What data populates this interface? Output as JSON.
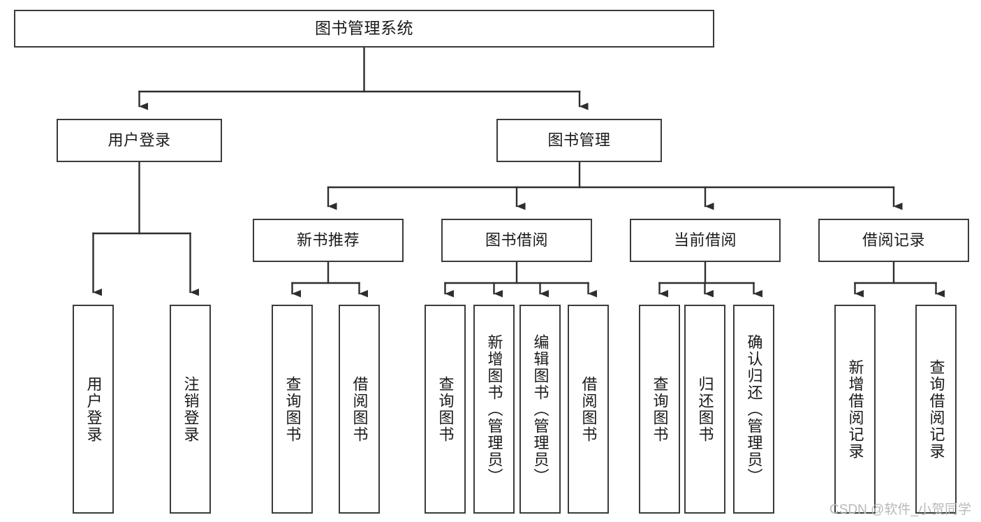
{
  "diagram": {
    "title": "图书管理系统",
    "type": "tree",
    "stroke_color": "#3b3b3b",
    "fill_color": "#ffffff",
    "text_color": "#1a1a1a",
    "watermark": "CSDN @软件_小贺同学",
    "watermark_color": "#b9b9b9"
  },
  "nodes": {
    "root": {
      "label": "图书管理系统",
      "level": 1
    },
    "level2": [
      {
        "id": "user-login",
        "label": "用户登录"
      },
      {
        "id": "book-manage",
        "label": "图书管理"
      }
    ],
    "level3": [
      {
        "id": "new-book-recommend",
        "label": "新书推荐"
      },
      {
        "id": "book-borrow",
        "label": "图书借阅"
      },
      {
        "id": "current-borrow",
        "label": "当前借阅"
      },
      {
        "id": "borrow-record",
        "label": "借阅记录"
      }
    ],
    "leaves": {
      "user_login": [
        {
          "id": "leaf-user-login",
          "label": "用户登录"
        },
        {
          "id": "leaf-logout-login",
          "label": "注销登录"
        }
      ],
      "new_book_recommend": [
        {
          "id": "leaf-query-book-1",
          "label": "查询图书"
        },
        {
          "id": "leaf-borrow-book-1",
          "label": "借阅图书"
        }
      ],
      "book_borrow": [
        {
          "id": "leaf-query-book-2",
          "label": "查询图书"
        },
        {
          "id": "leaf-add-book",
          "label": "新增图书（管理员）"
        },
        {
          "id": "leaf-edit-book",
          "label": "编辑图书（管理员）"
        },
        {
          "id": "leaf-borrow-book-2",
          "label": "借阅图书"
        }
      ],
      "current_borrow": [
        {
          "id": "leaf-query-book-3",
          "label": "查询图书"
        },
        {
          "id": "leaf-return-book",
          "label": "归还图书"
        },
        {
          "id": "leaf-confirm-return",
          "label": "确认归还（管理员）"
        }
      ],
      "borrow_record": [
        {
          "id": "leaf-add-record",
          "label": "新增借阅记录"
        },
        {
          "id": "leaf-query-record",
          "label": "查询借阅记录"
        }
      ]
    }
  }
}
